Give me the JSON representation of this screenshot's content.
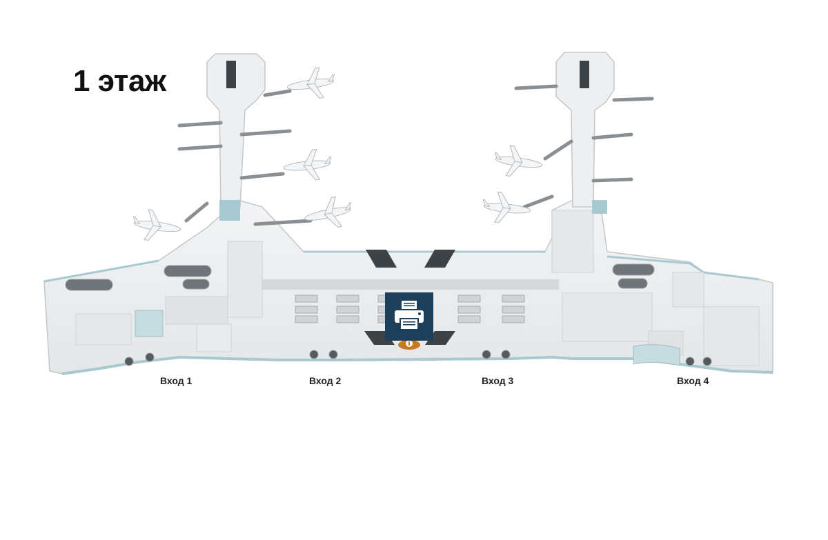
{
  "floor": {
    "title": "1 этаж"
  },
  "entrances": [
    {
      "label": "Вход 1"
    },
    {
      "label": "Вход 2"
    },
    {
      "label": "Вход 3"
    },
    {
      "label": "Вход 4"
    }
  ],
  "markers": {
    "printer": {
      "icon": "printer-icon",
      "color": "#1e3f5a"
    },
    "info": {
      "icon": "info-icon",
      "color": "#c77a1e"
    }
  },
  "colors": {
    "floor": "#eeeff0",
    "wall": "#d9dbdd",
    "glass": "#a8c9cf",
    "plane": "#f4f5f6",
    "bridge": "#8a8f94"
  }
}
